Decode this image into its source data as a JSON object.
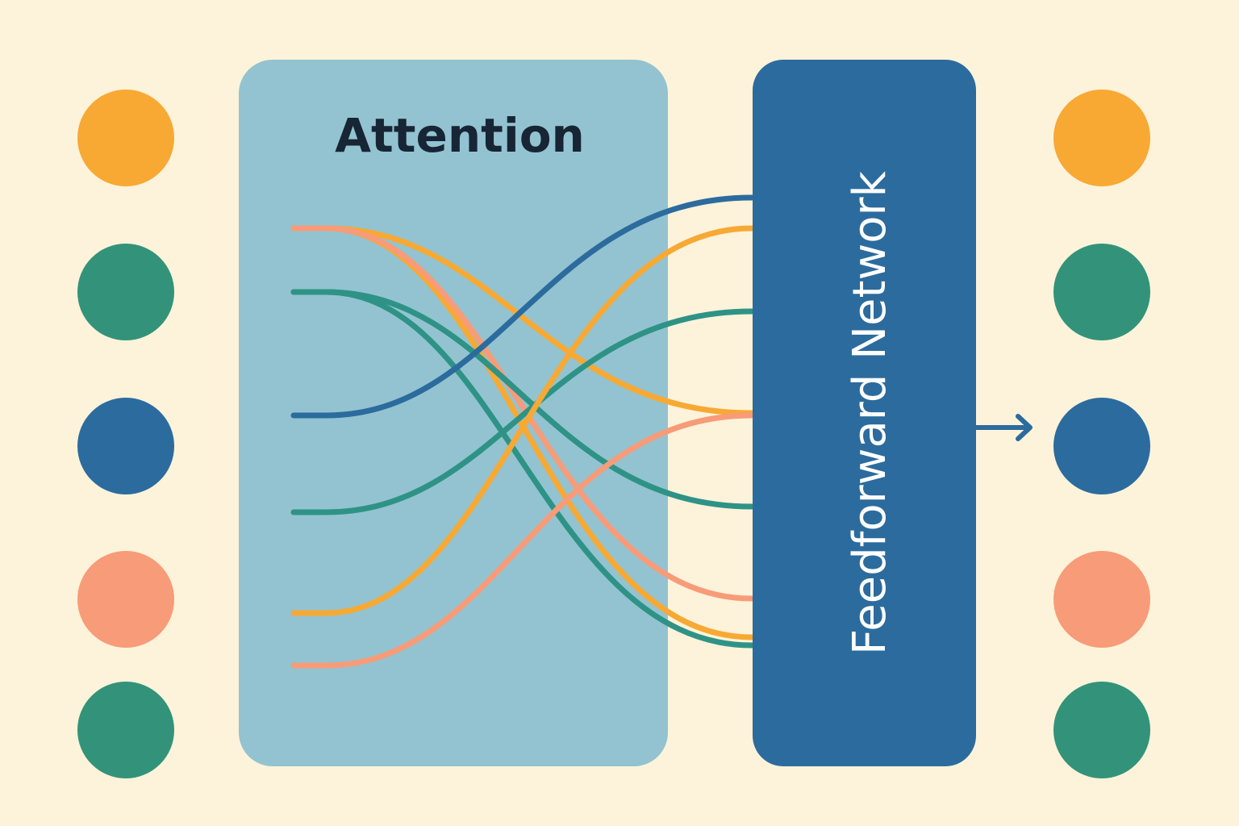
{
  "palette": {
    "background": "#fdf3da",
    "attention_box": "#93c3d0",
    "ffn_box": "#2c6b9d",
    "orange": "#f7a934",
    "green": "#32937a",
    "blue": "#2c6b9d",
    "salmon": "#f89b78",
    "teal_line": "#2e9386",
    "title_text": "#172535",
    "ffn_text": "#ffffff"
  },
  "attention": {
    "title": "Attention"
  },
  "ffn": {
    "title": "Feedforward Network"
  },
  "input_tokens": [
    {
      "color": "orange"
    },
    {
      "color": "green"
    },
    {
      "color": "blue"
    },
    {
      "color": "salmon"
    },
    {
      "color": "green"
    }
  ],
  "output_tokens": [
    {
      "color": "orange"
    },
    {
      "color": "green"
    },
    {
      "color": "blue"
    },
    {
      "color": "salmon"
    },
    {
      "color": "green"
    }
  ],
  "attention_links": [
    {
      "color": "orange",
      "from": 0,
      "to": 3
    },
    {
      "color": "orange",
      "from": 0,
      "to": 7
    },
    {
      "color": "salmon",
      "from": 0,
      "to": 6
    },
    {
      "color": "teal_line",
      "from": 1,
      "to": 5
    },
    {
      "color": "teal_line",
      "from": 1,
      "to": 8
    },
    {
      "color": "blue",
      "from": 2,
      "to": 0
    },
    {
      "color": "teal_line",
      "from": 3,
      "to": 2
    },
    {
      "color": "orange",
      "from": 4,
      "to": 1
    },
    {
      "color": "salmon",
      "from": 5,
      "to": 4
    }
  ],
  "arrow": {
    "icon": "arrow-right-icon"
  }
}
